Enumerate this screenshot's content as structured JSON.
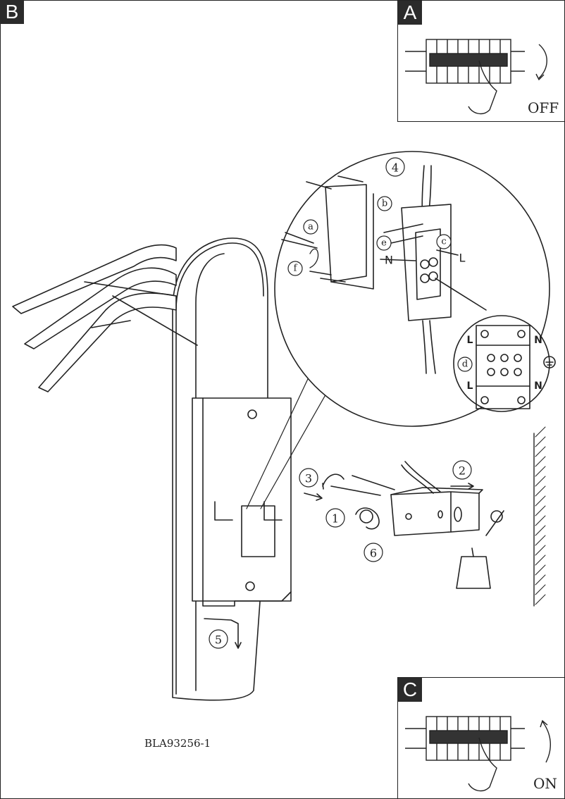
{
  "panels": {
    "b": {
      "tag": "B",
      "code": "BLA93256-1"
    },
    "a": {
      "tag": "A",
      "state": "OFF"
    },
    "c": {
      "tag": "C",
      "state": "ON"
    }
  },
  "steps": [
    "1",
    "2",
    "3",
    "4",
    "5",
    "6"
  ],
  "detail_letters": [
    "a",
    "b",
    "c",
    "d",
    "e",
    "f"
  ],
  "terminal_labels": {
    "live": "L",
    "neutral": "N"
  },
  "colors": {
    "ink": "#222222",
    "tag_bg": "#2b2b2b",
    "paper": "#ffffff"
  }
}
